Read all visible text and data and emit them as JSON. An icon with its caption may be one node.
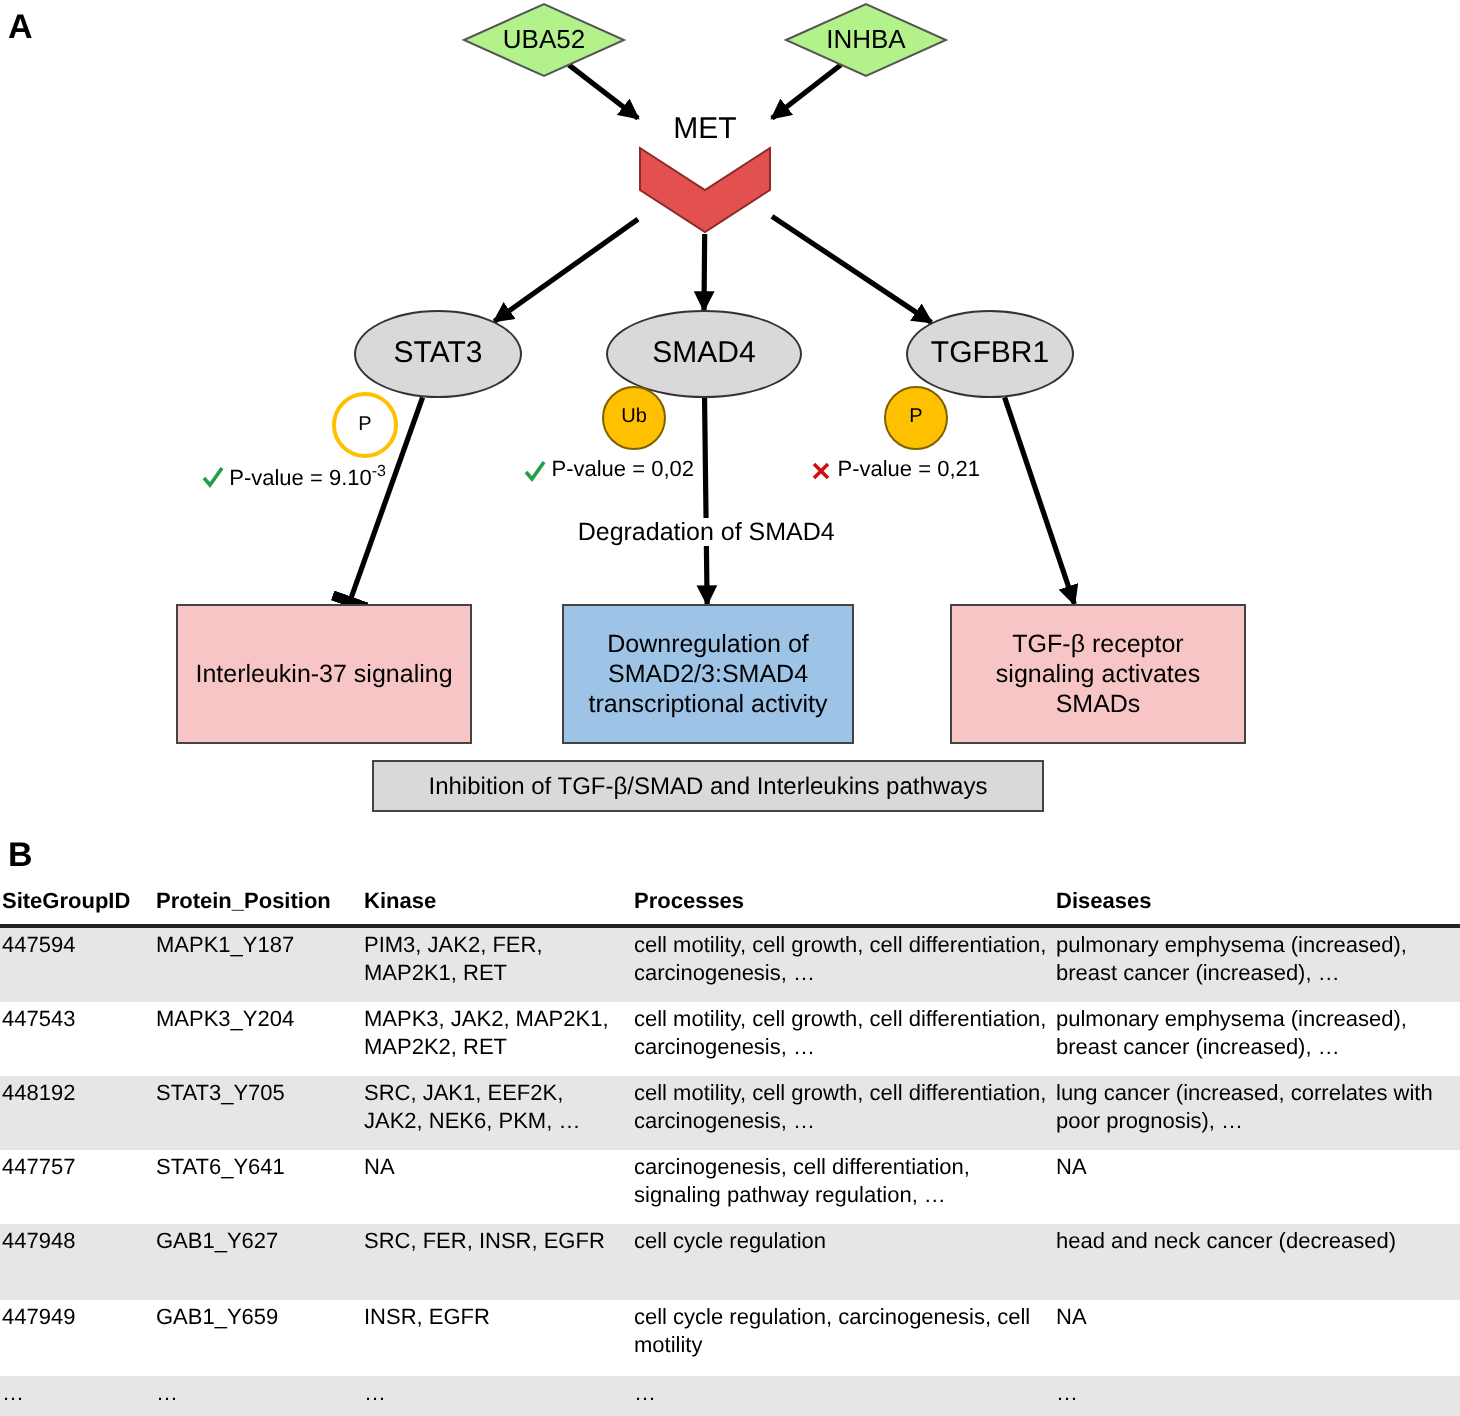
{
  "diagram": {
    "nodes": [
      {
        "text": [
          "UBA52"
        ]
      },
      {
        "text": [
          "INHBA"
        ]
      },
      {
        "text": [
          "MET"
        ]
      },
      {
        "text": [
          "STAT3"
        ]
      },
      {
        "text": [
          "SMAD4"
        ]
      },
      {
        "text": [
          "TGFBR1"
        ]
      },
      {
        "text": [
          "P"
        ]
      },
      {
        "text": [
          "Ub"
        ]
      },
      {
        "text": [
          "P"
        ]
      },
      {
        "text": [
          "Interleukin-37 signaling"
        ]
      },
      {
        "text": [
          "Downregulation of SMAD2/3:SMAD4 transcriptional activity"
        ]
      },
      {
        "text": [
          "TGF-β receptor signaling activates SMADs"
        ]
      },
      {
        "text": [
          "Inhibition of TGF-β/SMAD and Interleukins pathways"
        ]
      }
    ],
    "edges": [
      {
        "from": 0,
        "to": 2,
        "arrow": "to"
      },
      {
        "from": 1,
        "to": 2,
        "arrow": "to"
      },
      {
        "from": 2,
        "to": 3,
        "arrow": "to"
      },
      {
        "from": 2,
        "to": 4,
        "arrow": "to"
      },
      {
        "from": 2,
        "to": 5,
        "arrow": "to"
      },
      {
        "from": 3,
        "to": 9,
        "arrow": "other"
      },
      {
        "from": 4,
        "to": 10,
        "arrow": "to",
        "label": "Degradation of SMAD4"
      },
      {
        "from": 5,
        "to": 11,
        "arrow": "to"
      }
    ],
    "labels": [
      "A",
      "P-value = 9.10$^{-3}$",
      "P-value = 0,02",
      "P-value = 0,21",
      "B",
      "SiteGroupID",
      "Protein_Position",
      "Kinase",
      "Processes",
      "Diseases",
      "447594",
      "MAPK1_Y187",
      "PIM3, JAK2, FER, MAP2K1, RET",
      "cell motility, cell growth, cell differentiation, carcinogenesis, …",
      "pulmonary emphysema (increased), breast cancer (increased), …",
      "447543",
      "MAPK3_Y204",
      "MAPK3, JAK2, MAP2K1, MAP2K2, RET",
      "cell motility, cell growth, cell differentiation, carcinogenesis, …",
      "pulmonary emphysema (increased), breast cancer (increased), …",
      "448192",
      "STAT3_Y705",
      "SRC, JAK1, EEF2K, JAK2, NEK6, PKM, …",
      "cell motility, cell growth, cell differentiation, carcinogenesis, …",
      "lung cancer (increased, correlates with poor prognosis), …",
      "447757",
      "STAT6_Y641",
      "NA",
      "carcinogenesis, cell differentiation, signaling pathway regulation, …",
      "NA",
      "447948",
      "GAB1_Y627",
      "SRC, FER, INSR, EGFR",
      "cell cycle regulation",
      "head and neck cancer (decreased)",
      "447949",
      "GAB1_Y659",
      "INSR, EGFR",
      "cell cycle regulation, carcinogenesis, cell motility",
      "NA",
      "…",
      "…",
      "…",
      "…",
      "…"
    ]
  }
}
